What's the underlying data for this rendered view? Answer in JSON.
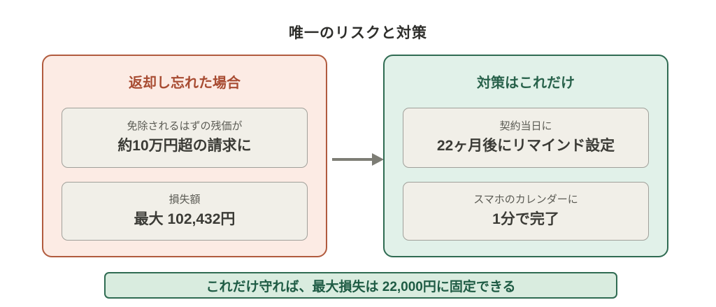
{
  "title": "唯一のリスクと対策",
  "risk_panel": {
    "title": "返却し忘れた場合",
    "cards": [
      {
        "line1": "免除されるはずの残価が",
        "line2": "約10万円超の請求に"
      },
      {
        "line1": "損失額",
        "line2": "最大 102,432円"
      }
    ]
  },
  "measure_panel": {
    "title": "対策はこれだけ",
    "cards": [
      {
        "line1": "契約当日に",
        "line2": "22ヶ月後にリマインド設定"
      },
      {
        "line1": "スマホのカレンダーに",
        "line2": "1分で完了"
      }
    ]
  },
  "banner": {
    "text": "これだけ守れば、最大損失は 22,000円に固定できる"
  },
  "icons": {
    "arrow": "right-arrow"
  },
  "colors": {
    "risk_border": "#b15b3e",
    "risk_bg": "#fcebe4",
    "risk_title": "#a84c32",
    "measure_border": "#2f6b52",
    "measure_bg": "#e1f1e9",
    "measure_title": "#28624b",
    "card_bg": "#f1efe8",
    "card_border": "#a0a09a",
    "card_sub_text": "#5b5b54",
    "card_main_text": "#3b3b36",
    "arrow": "#7d7d75",
    "banner_bg": "#d9ecdf",
    "banner_border": "#2f6b52",
    "banner_text": "#1e5b44",
    "title_text": "#2e2e2b"
  }
}
